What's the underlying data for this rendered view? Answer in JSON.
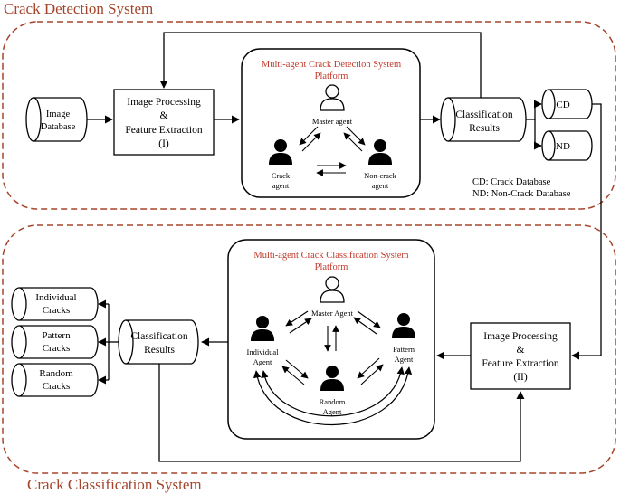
{
  "detection": {
    "system_title": "Crack Detection System",
    "image_db_line1": "Image",
    "image_db_line2": "Database",
    "proc_line1": "Image Processing",
    "proc_line2": "&",
    "proc_line3": "Feature Extraction",
    "proc_line4": "(I)",
    "platform_line1": "Multi-agent Crack Detection System",
    "platform_line2": "Platform",
    "master_agent": "Master agent",
    "crack_agent_line1": "Crack",
    "crack_agent_line2": "agent",
    "noncrack_agent_line1": "Non-crack",
    "noncrack_agent_line2": "agent",
    "results_line1": "Classification",
    "results_line2": "Results",
    "cd_label": "CD",
    "nd_label": "ND",
    "legend_cd": "CD: Crack Database",
    "legend_nd": "ND: Non-Crack Database"
  },
  "classification": {
    "system_title": "Crack Classification System",
    "platform_line1": "Multi-agent Crack Classification System",
    "platform_line2": "Platform",
    "master_agent": "Master Agent",
    "individual_agent_line1": "Individual",
    "individual_agent_line2": "Agent",
    "pattern_agent_line1": "Pattern",
    "pattern_agent_line2": "Agent",
    "random_agent_line1": "Random",
    "random_agent_line2": "Agent",
    "results_line1": "Classification",
    "results_line2": "Results",
    "individual_line1": "Individual",
    "individual_line2": "Cracks",
    "pattern_line1": "Pattern",
    "pattern_line2": "Cracks",
    "random_line1": "Random",
    "random_line2": "Cracks",
    "proc_line1": "Image Processing",
    "proc_line2": "&",
    "proc_line3": "Feature Extraction",
    "proc_line4": "(II)"
  },
  "colors": {
    "system_border": "#a5452c",
    "platform_title": "#c0392b"
  }
}
